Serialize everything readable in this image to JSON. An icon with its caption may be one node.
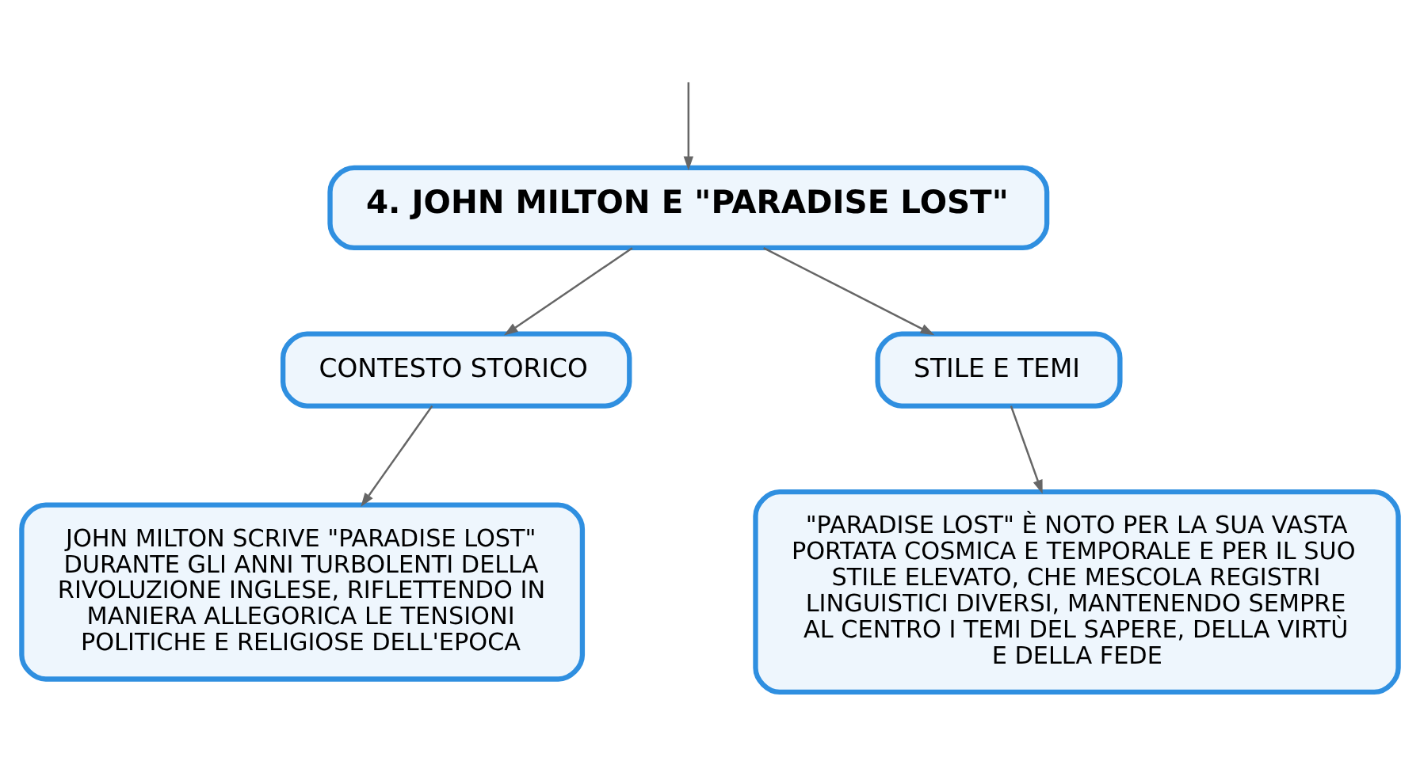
{
  "diagram": {
    "nodes": [
      {
        "text": [
          "4. JOHN MILTON E \"PARADISE LOST\""
        ]
      },
      {
        "text": [
          "CONTESTO STORICO"
        ]
      },
      {
        "text": [
          "STILE E TEMI"
        ]
      },
      {
        "text": [
          "JOHN MILTON SCRIVE \"PARADISE LOST\" DURANTE GLI ANNI TURBOLENTI DELLA RIVOLUZIONE INGLESE, RIFLETTENDO IN MANIERA ALLEGORICA LE TENSIONI POLITICHE E RELIGIOSE DELL'EPOCA"
        ]
      },
      {
        "text": [
          "\"PARADISE LOST\" È NOTO PER LA SUA VASTA PORTATA COSMICA E TEMPORALE E PER IL SUO STILE ELEVATO, CHE MESCOLA REGISTRI LINGUISTICI DIVERSI, MANTENENDO SEMPRE AL CENTRO I TEMI DEL SAPERE, DELLA VIRTÙ E DELLA FEDE"
        ]
      }
    ],
    "edges": [
      {
        "from": null,
        "to": 0,
        "arrow": "to"
      },
      {
        "from": 0,
        "to": 1,
        "arrow": "to"
      },
      {
        "from": 0,
        "to": 2,
        "arrow": "to"
      },
      {
        "from": 1,
        "to": 3,
        "arrow": "to"
      },
      {
        "from": 2,
        "to": 4,
        "arrow": "to"
      }
    ]
  }
}
